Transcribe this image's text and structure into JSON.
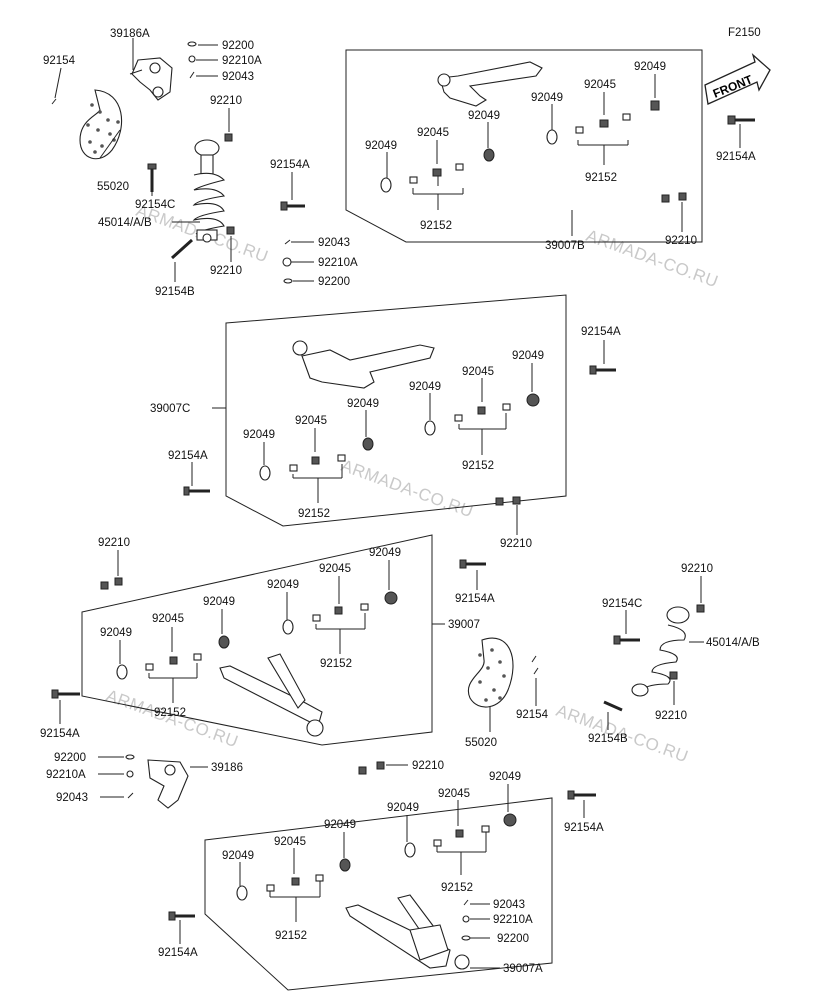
{
  "figure_code": "F2150",
  "front_label": "FRONT",
  "watermark": "ARMADA-CO.RU",
  "labels": [
    "39186A",
    "92200",
    "92210A",
    "92043",
    "92154",
    "92210",
    "55020",
    "92154C",
    "45014/A/B",
    "92154A",
    "92043",
    "92210A",
    "92200",
    "92210",
    "92154B",
    "92049",
    "92045",
    "92049",
    "92049",
    "92045",
    "92049",
    "92152",
    "92152",
    "39007B",
    "92210",
    "92154A",
    "92154A",
    "92049",
    "92045",
    "92049",
    "92049",
    "92045",
    "92049",
    "39007C",
    "92152",
    "92152",
    "92154A",
    "92210",
    "92210",
    "92049",
    "92045",
    "92049",
    "92049",
    "92045",
    "92049",
    "92154A",
    "39007",
    "92152",
    "92152",
    "92154A",
    "92210",
    "92154C",
    "45014/A/B",
    "55020",
    "92154",
    "92210",
    "92154B",
    "92200",
    "92210A",
    "39186",
    "92043",
    "92210",
    "92049",
    "92045",
    "92049",
    "92049",
    "92045",
    "92049",
    "92154A",
    "92152",
    "92152",
    "92154A",
    "92043",
    "92210A",
    "92200",
    "39007A"
  ]
}
